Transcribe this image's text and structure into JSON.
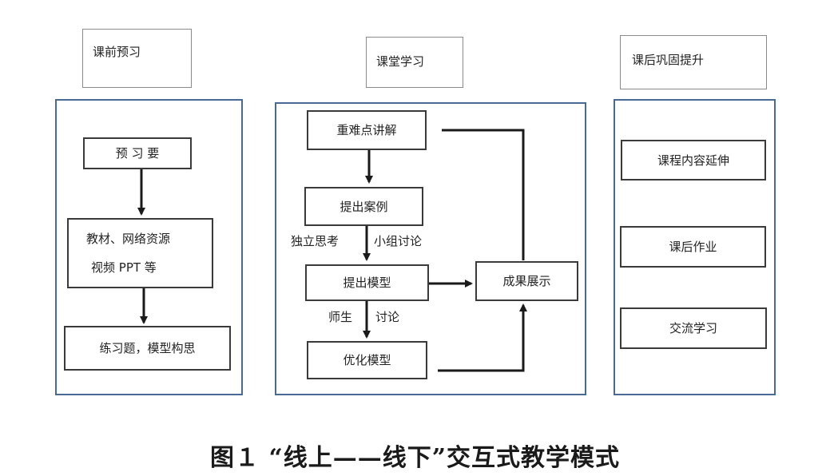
{
  "headers": {
    "pre": "课前预习",
    "class": "课堂学习",
    "post": "课后巩固提升"
  },
  "pre_column": {
    "node1": "预 习 要",
    "node2_line1": "教材、网络资源",
    "node2_line2": "视频 PPT 等",
    "node3": "练习题，模型构思"
  },
  "class_column": {
    "node1": "重难点讲解",
    "node2": "提出案例",
    "node3": "提出模型",
    "node4": "优化模型",
    "result": "成果展示",
    "edge1_left": "独立思考",
    "edge1_right": "小组讨论",
    "edge2_left": "师生",
    "edge2_right": "讨论"
  },
  "post_column": {
    "node1": "课程内容延伸",
    "node2": "课后作业",
    "node3": "交流学习"
  },
  "caption": "图１ “线上——线下”交互式教学模式",
  "colors": {
    "frame": "#4a6a96",
    "node_border": "#3a3a3a",
    "arrow": "#1a1a1a"
  }
}
